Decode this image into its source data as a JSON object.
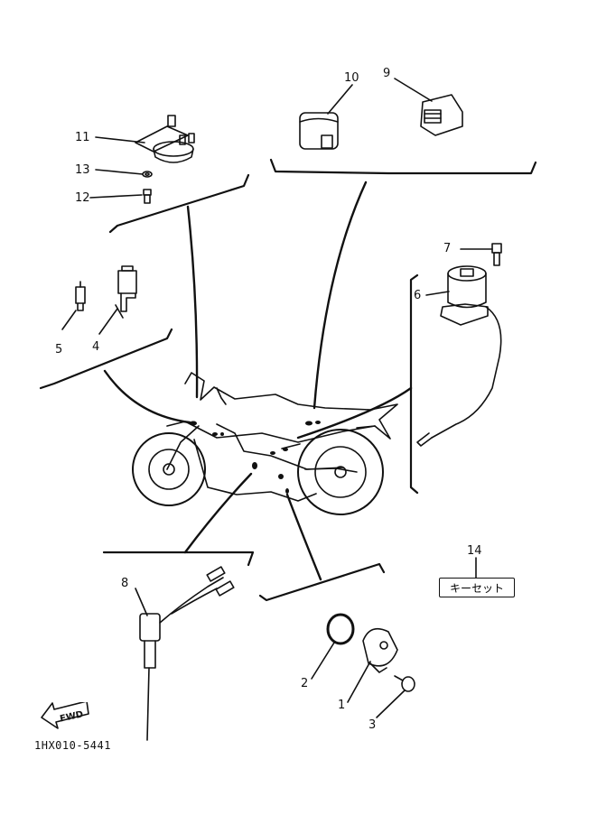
{
  "parts": [
    {
      "no": "1"
    },
    {
      "no": "2"
    },
    {
      "no": "3"
    },
    {
      "no": "4"
    },
    {
      "no": "5"
    },
    {
      "no": "6"
    },
    {
      "no": "7"
    },
    {
      "no": "8"
    },
    {
      "no": "9"
    },
    {
      "no": "10"
    },
    {
      "no": "11"
    },
    {
      "no": "12"
    },
    {
      "no": "13"
    },
    {
      "no": "14"
    }
  ],
  "key_set_label": "キーセット",
  "fwd_label": "FWD",
  "diagram_code": "1HX010-5441"
}
